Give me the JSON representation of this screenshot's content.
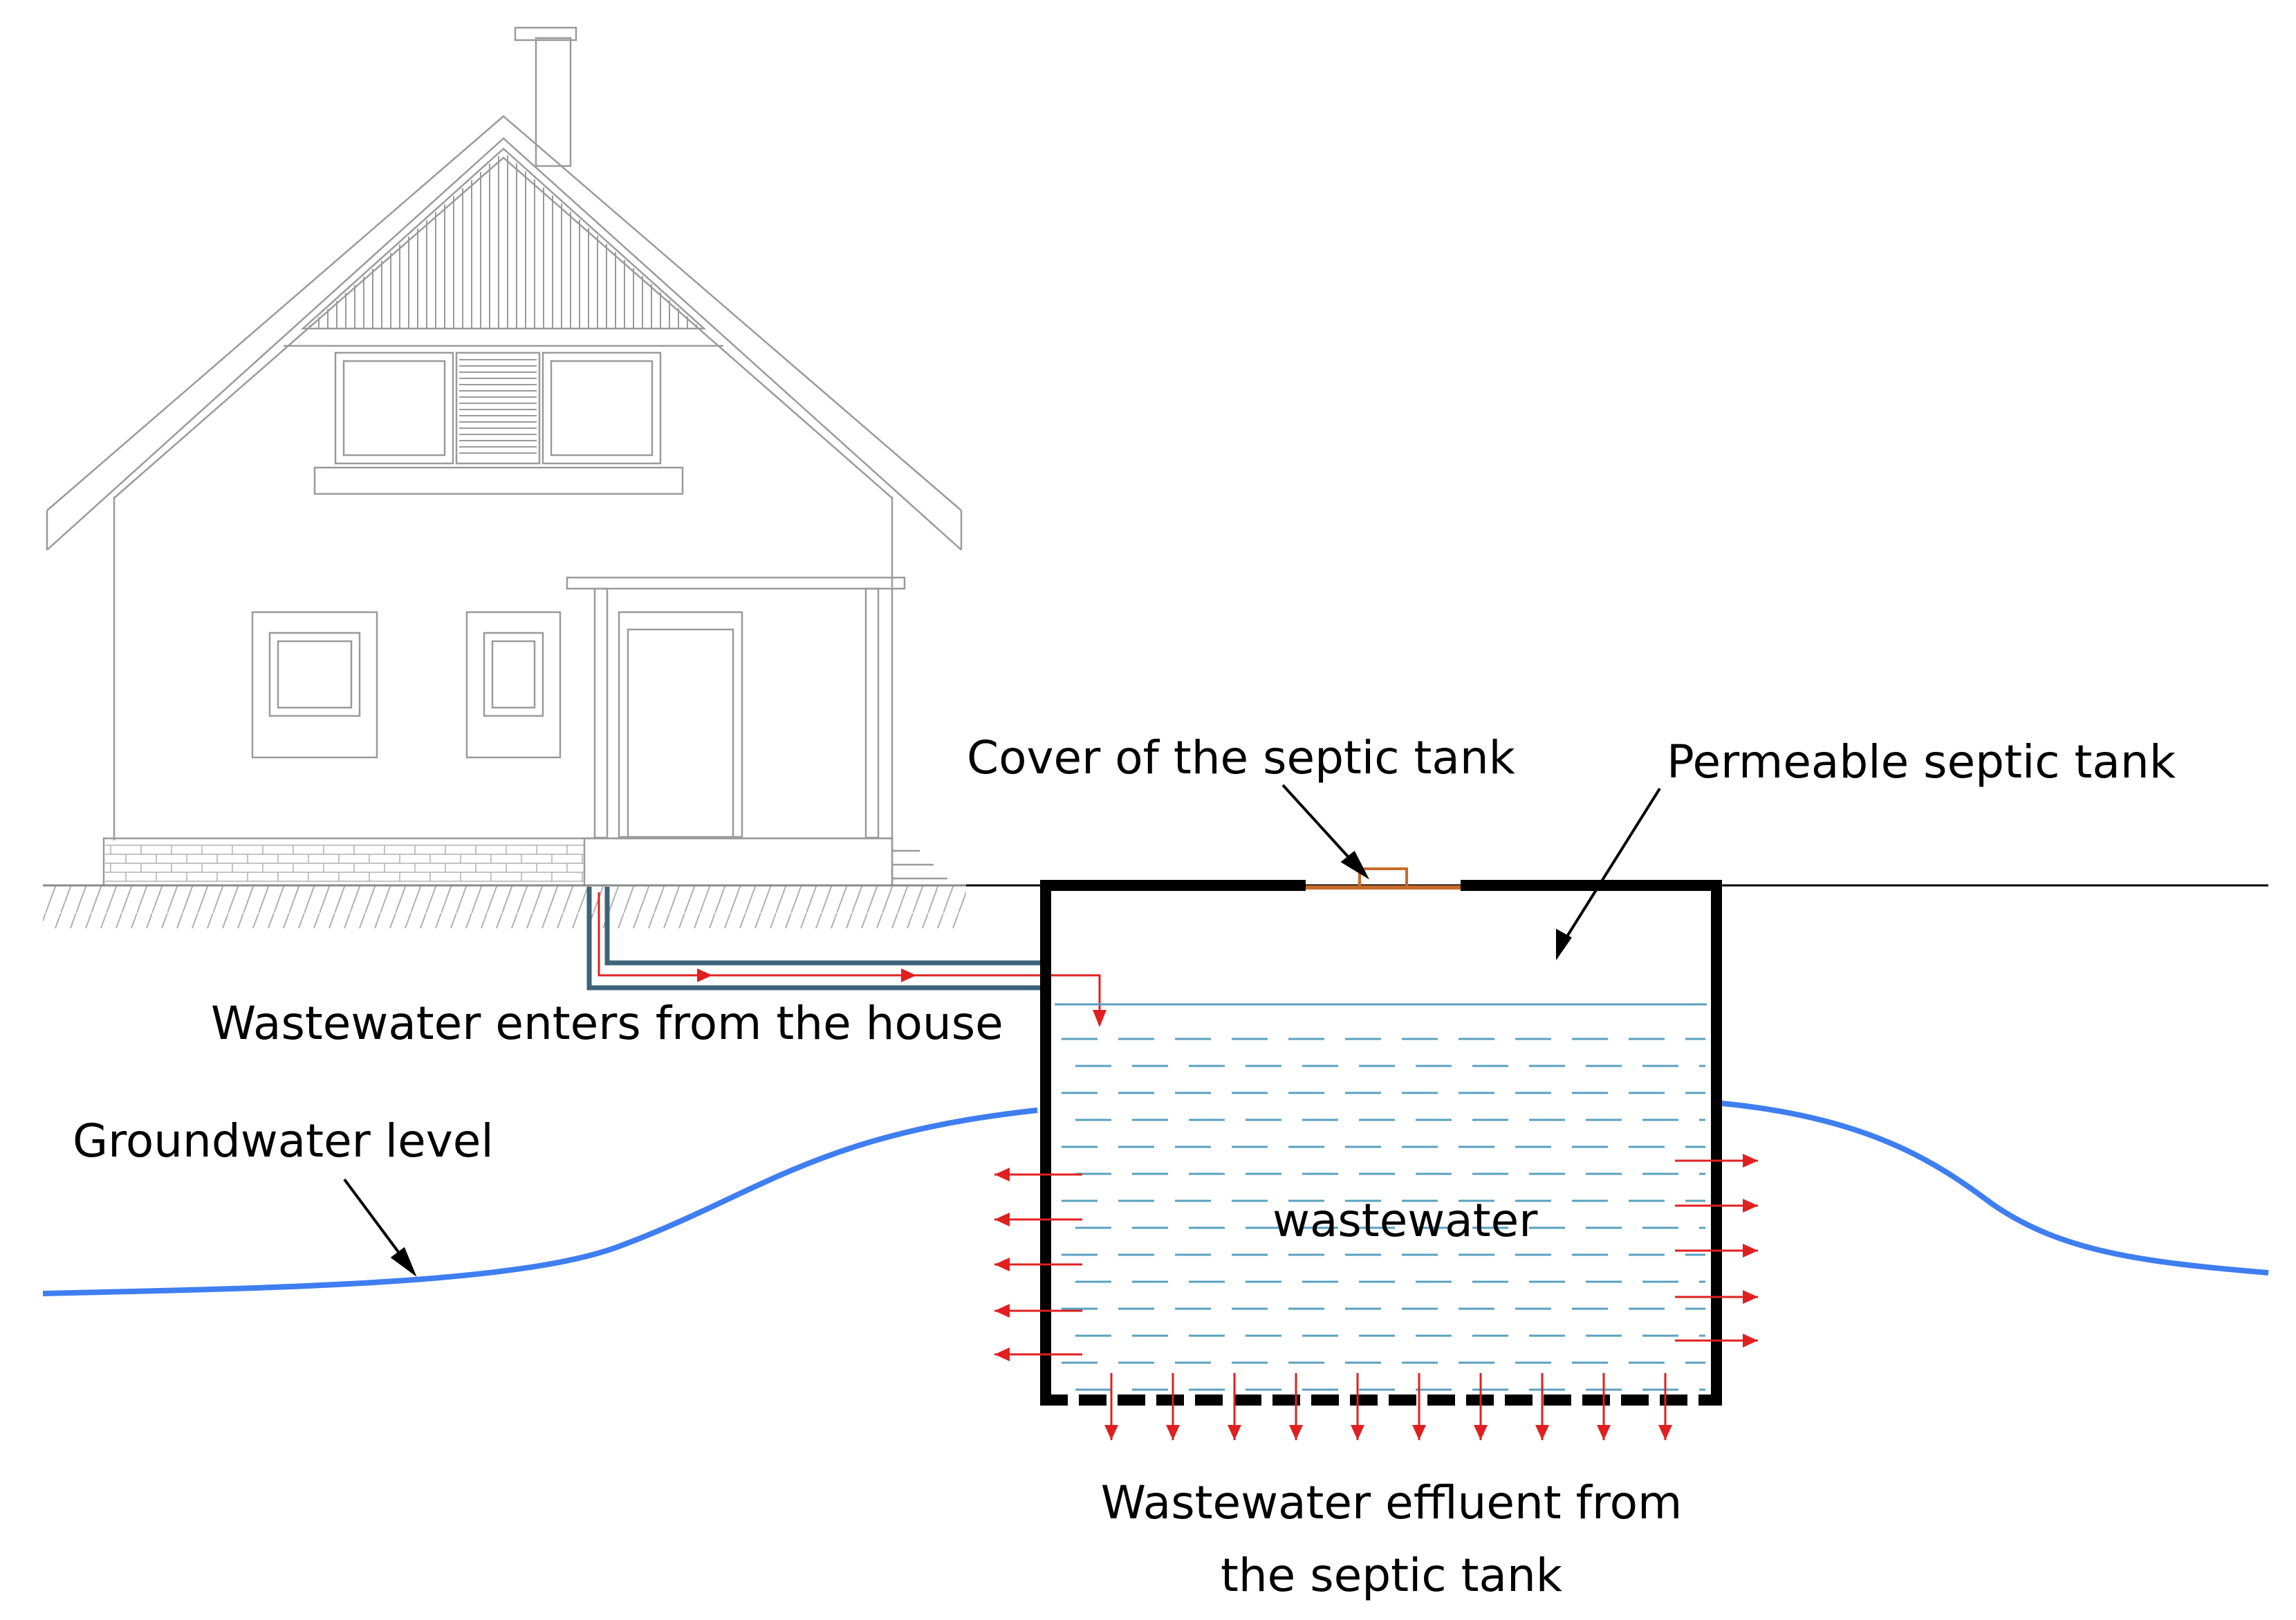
{
  "labels": {
    "cover": "Cover of the septic tank",
    "permeable_tank": "Permeable septic tank",
    "inlet": "Wastewater enters from the house",
    "groundwater": "Groundwater level",
    "wastewater": "wastewater",
    "effluent_line1": "Wastewater effluent from",
    "effluent_line2": "the septic tank"
  },
  "colors": {
    "house_lines": "#9a9a9a",
    "groundwater": "#3f7ef0",
    "flow_arrows": "#e02020",
    "tank_wall": "#000000",
    "pipe": "#3d6378",
    "cover": "#c86a2a",
    "water_lines": "#5aa0c0"
  }
}
